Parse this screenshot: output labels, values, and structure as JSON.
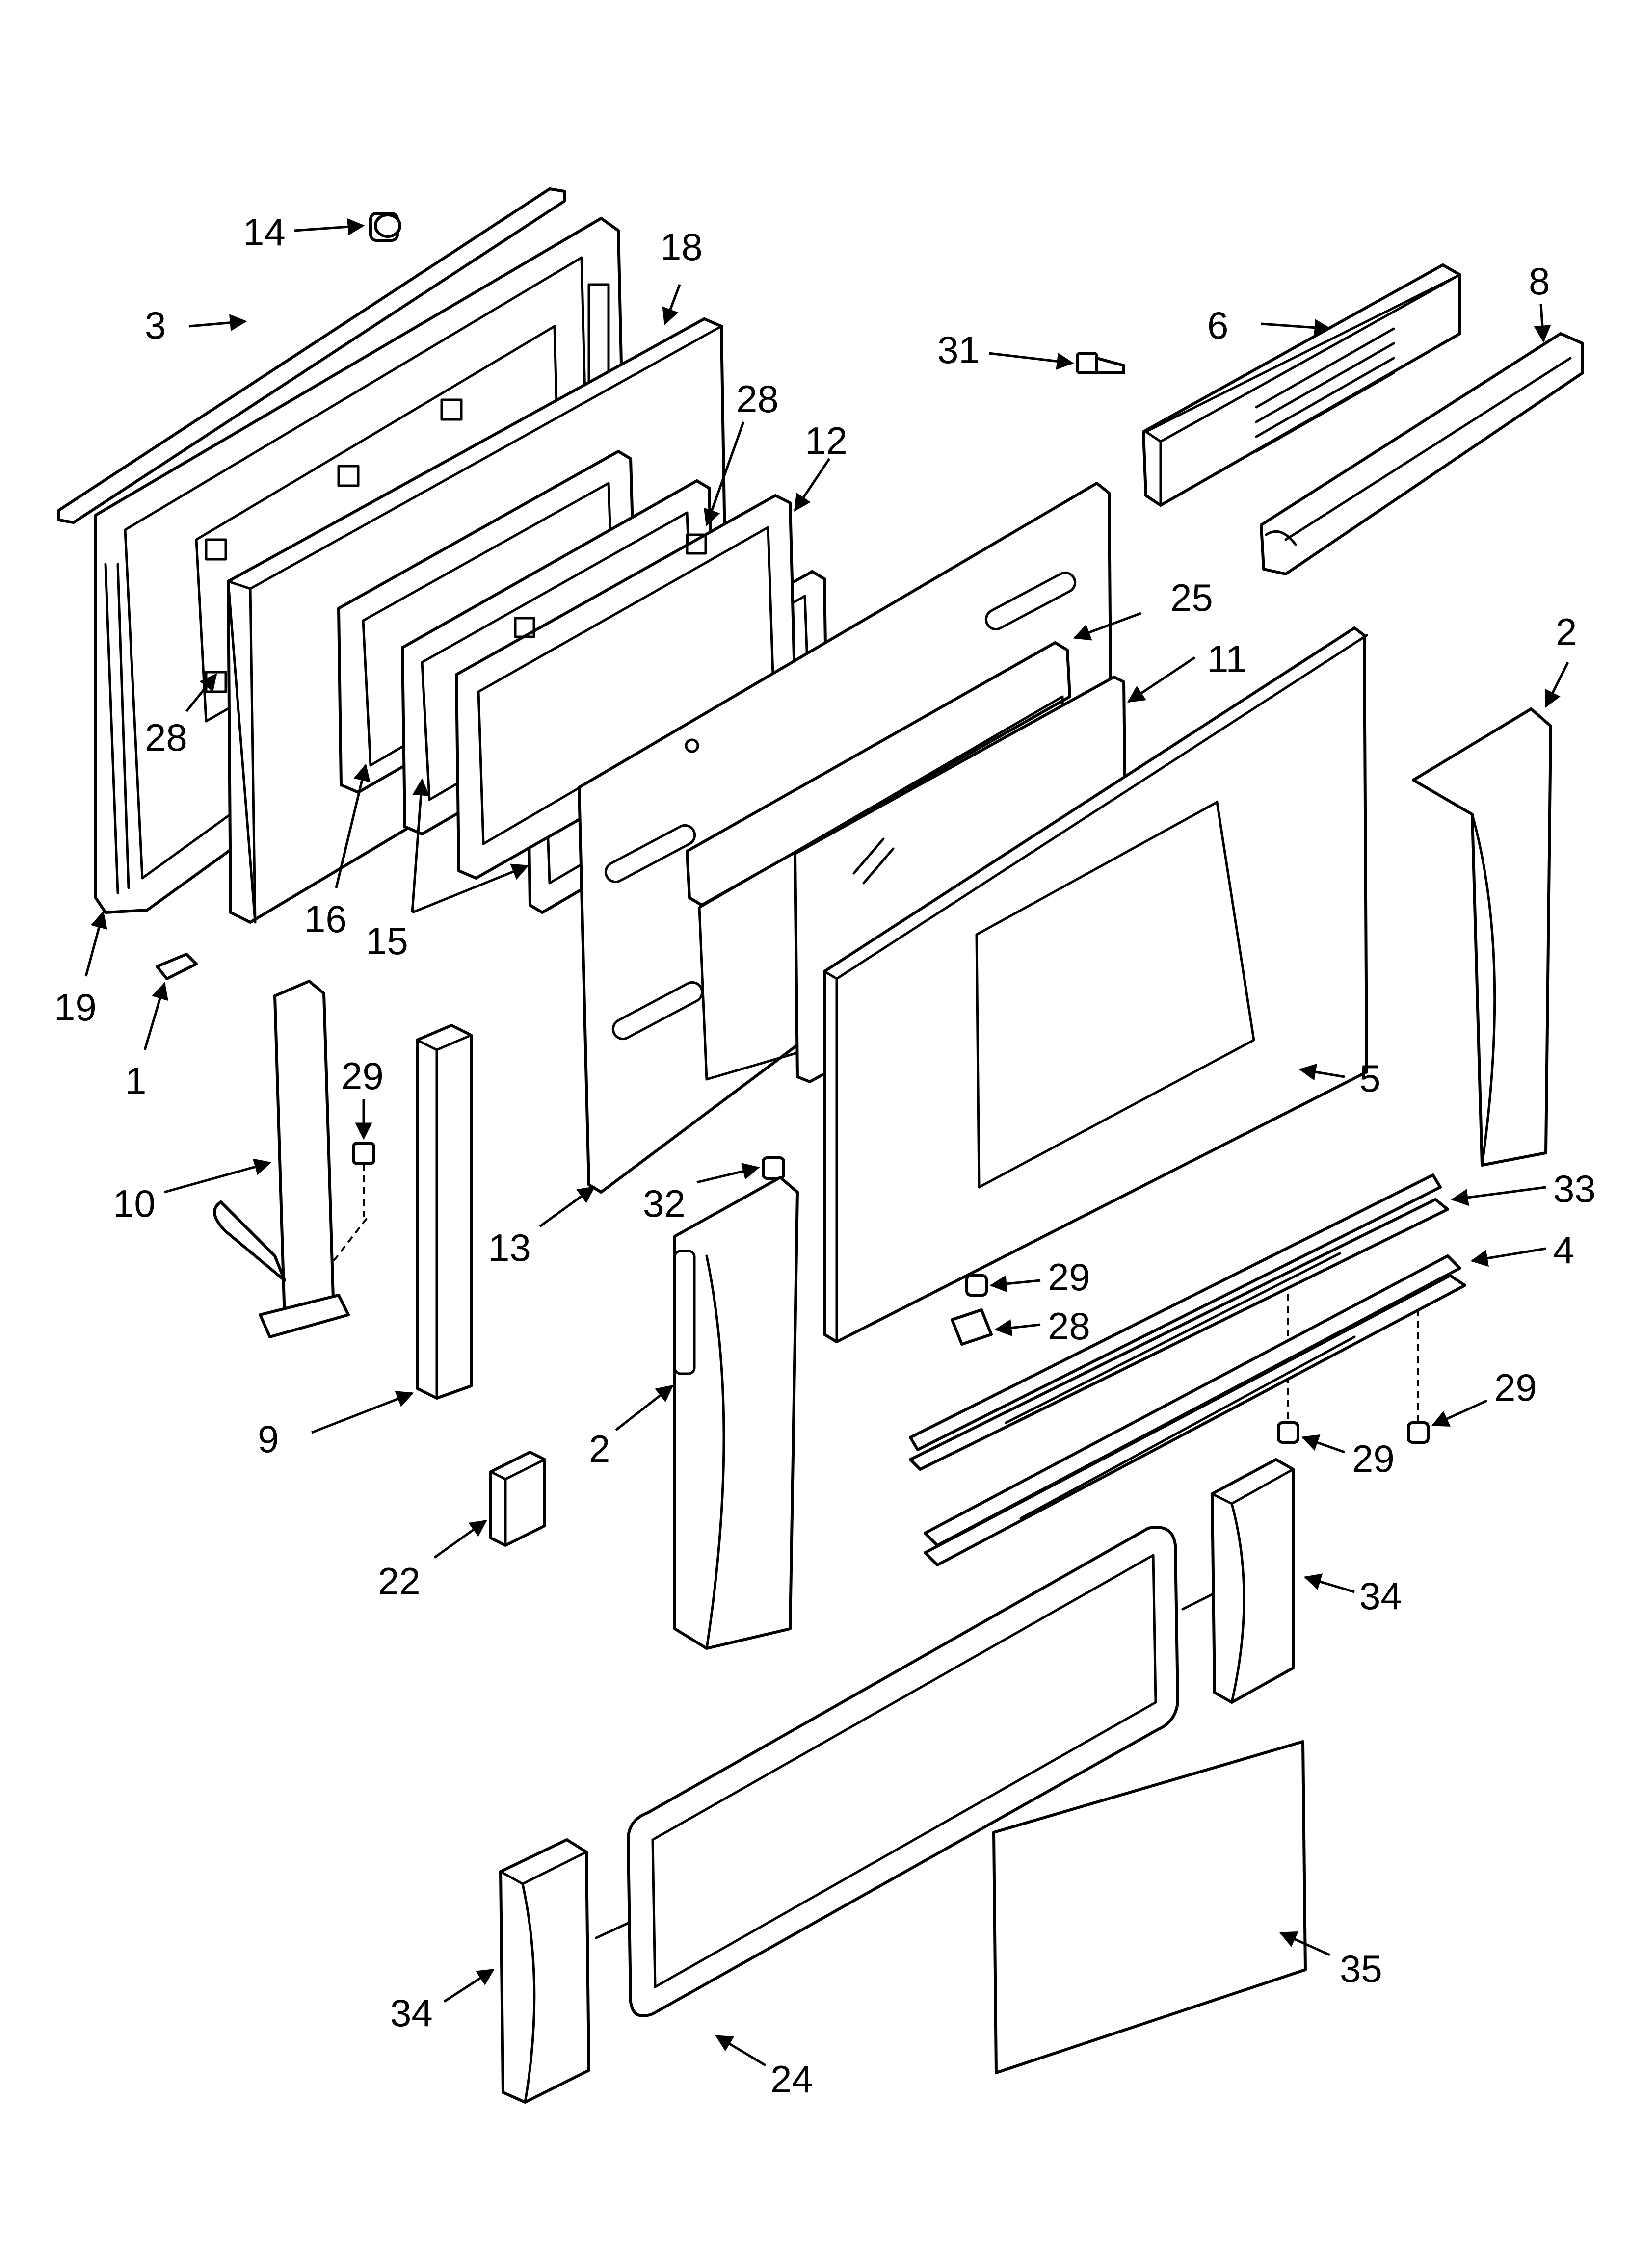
{
  "background": "#ffffff",
  "line_color": "#000000",
  "callouts": [
    {
      "id": "14",
      "label": "14"
    },
    {
      "id": "18",
      "label": "18"
    },
    {
      "id": "3",
      "label": "3"
    },
    {
      "id": "28a",
      "label": "28"
    },
    {
      "id": "12",
      "label": "12"
    },
    {
      "id": "6",
      "label": "6"
    },
    {
      "id": "8",
      "label": "8"
    },
    {
      "id": "31",
      "label": "31"
    },
    {
      "id": "25",
      "label": "25"
    },
    {
      "id": "11",
      "label": "11"
    },
    {
      "id": "2a",
      "label": "2"
    },
    {
      "id": "28b",
      "label": "28"
    },
    {
      "id": "16",
      "label": "16"
    },
    {
      "id": "15",
      "label": "15"
    },
    {
      "id": "19",
      "label": "19"
    },
    {
      "id": "1",
      "label": "1"
    },
    {
      "id": "29a",
      "label": "29"
    },
    {
      "id": "10",
      "label": "10"
    },
    {
      "id": "5",
      "label": "5"
    },
    {
      "id": "32",
      "label": "32"
    },
    {
      "id": "13",
      "label": "13"
    },
    {
      "id": "33",
      "label": "33"
    },
    {
      "id": "4",
      "label": "4"
    },
    {
      "id": "29b",
      "label": "29"
    },
    {
      "id": "28c",
      "label": "28"
    },
    {
      "id": "29c",
      "label": "29"
    },
    {
      "id": "29d",
      "label": "29"
    },
    {
      "id": "9",
      "label": "9"
    },
    {
      "id": "2b",
      "label": "2"
    },
    {
      "id": "22",
      "label": "22"
    },
    {
      "id": "34a",
      "label": "34"
    },
    {
      "id": "34b",
      "label": "34"
    },
    {
      "id": "35",
      "label": "35"
    },
    {
      "id": "24",
      "label": "24"
    }
  ]
}
